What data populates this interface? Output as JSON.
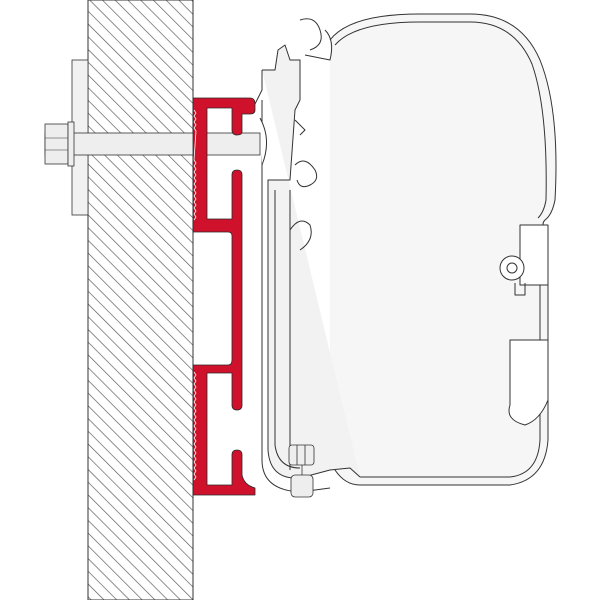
{
  "diagram": {
    "parts": [
      "wall",
      "bolt",
      "nut",
      "washer-plate",
      "adapter-bracket",
      "awning-profile",
      "mounting-screw"
    ],
    "colors": {
      "bracket": "#d0112b",
      "outline": "#2a2a2a",
      "profile_fill": "#f4f4f4",
      "bolt_fill": "#eeeeee",
      "wall_hatch": "#555555"
    }
  }
}
